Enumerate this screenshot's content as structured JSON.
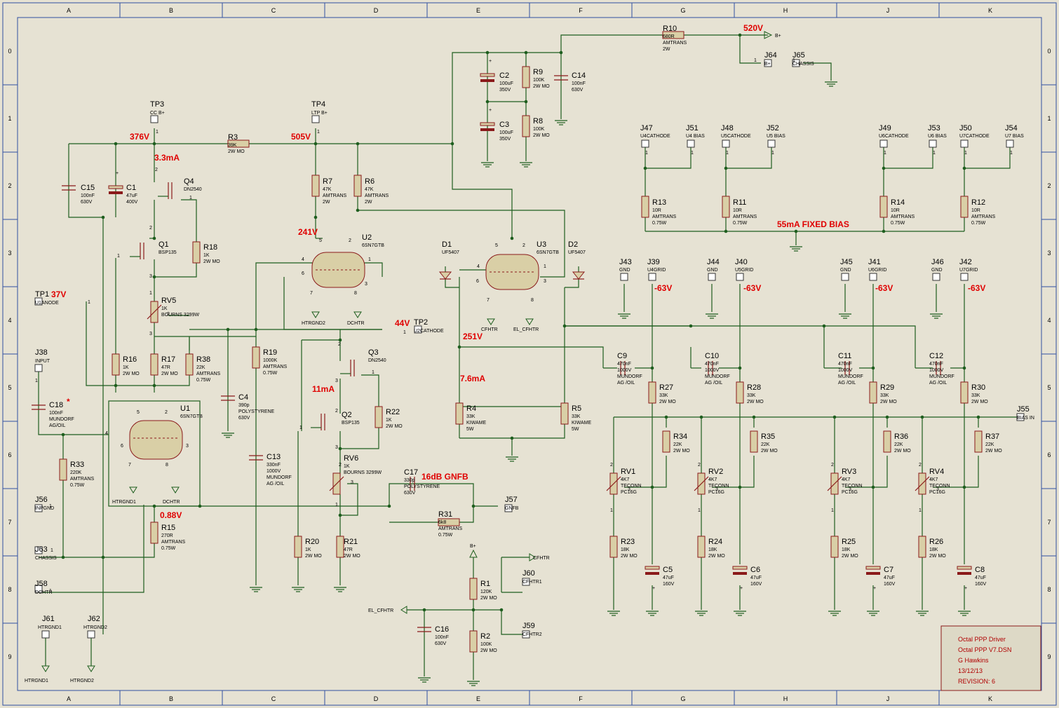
{
  "grid": {
    "cols": [
      "A",
      "B",
      "C",
      "D",
      "E",
      "F",
      "G",
      "H",
      "J",
      "K"
    ],
    "rows": [
      "0",
      "1",
      "2",
      "3",
      "4",
      "5",
      "6",
      "7",
      "8",
      "9"
    ]
  },
  "voltages": [
    {
      "id": "v376",
      "text": "376V"
    },
    {
      "id": "v505",
      "text": "505V"
    },
    {
      "id": "v520",
      "text": "520V"
    },
    {
      "id": "i33",
      "text": "3.3mA"
    },
    {
      "id": "v241",
      "text": "241V"
    },
    {
      "id": "v37",
      "text": "37V"
    },
    {
      "id": "v44",
      "text": "44V"
    },
    {
      "id": "v251",
      "text": "251V"
    },
    {
      "id": "i76",
      "text": "7.6mA"
    },
    {
      "id": "i11",
      "text": "11mA"
    },
    {
      "id": "gnfb",
      "text": "16dB GNFB"
    },
    {
      "id": "v088",
      "text": "0.88V"
    },
    {
      "id": "fixed",
      "text": "55mA FIXED BIAS"
    },
    {
      "id": "g1",
      "text": "-63V"
    },
    {
      "id": "g2",
      "text": "-63V"
    },
    {
      "id": "g3",
      "text": "-63V"
    },
    {
      "id": "g4",
      "text": "-63V"
    },
    {
      "id": "star",
      "text": "*"
    }
  ],
  "labels": [
    {
      "id": "TP3",
      "ref": "TP3",
      "val": [
        "CC B+"
      ]
    },
    {
      "id": "TP4",
      "ref": "TP4",
      "val": [
        "LTP B+"
      ]
    },
    {
      "id": "TP1",
      "ref": "TP1",
      "val": [
        "U1ANODE"
      ]
    },
    {
      "id": "TP2",
      "ref": "TP2",
      "val": [
        "U2CATHODE"
      ]
    },
    {
      "id": "R10",
      "ref": "R10",
      "val": [
        "680R",
        "AMTRANS",
        "2W"
      ]
    },
    {
      "id": "R3",
      "ref": "R3",
      "val": [
        "39K",
        "2W MO"
      ]
    },
    {
      "id": "C15",
      "ref": "C15",
      "val": [
        "100nF",
        "630V"
      ]
    },
    {
      "id": "C1",
      "ref": "C1",
      "val": [
        "47uF",
        "400V"
      ]
    },
    {
      "id": "Q4",
      "ref": "Q4",
      "val": [
        "DN2540"
      ]
    },
    {
      "id": "Q1",
      "ref": "Q1",
      "val": [
        "BSP135"
      ]
    },
    {
      "id": "R18",
      "ref": "R18",
      "val": [
        "1K",
        "2W MO"
      ]
    },
    {
      "id": "RV5",
      "ref": "RV5",
      "val": [
        "1K",
        "BOURNS 3299W"
      ]
    },
    {
      "id": "R16",
      "ref": "R16",
      "val": [
        "1K",
        "2W MO"
      ]
    },
    {
      "id": "R17",
      "ref": "R17",
      "val": [
        "47R",
        "2W MO"
      ]
    },
    {
      "id": "R38",
      "ref": "R38",
      "val": [
        "22K",
        "AMTRANS",
        "0.75W"
      ]
    },
    {
      "id": "C4",
      "ref": "C4",
      "val": [
        "390p",
        "POLYSTYRENE",
        "630V"
      ]
    },
    {
      "id": "J38",
      "ref": "J38",
      "val": [
        "INPUT"
      ]
    },
    {
      "id": "C18",
      "ref": "C18",
      "val": [
        "100nF",
        "MUNDORF",
        "AG/OIL"
      ]
    },
    {
      "id": "U1",
      "ref": "U1",
      "val": [
        "6SN7GTB"
      ]
    },
    {
      "id": "R33",
      "ref": "R33",
      "val": [
        "220K",
        "AMTRANS",
        "0.75W"
      ]
    },
    {
      "id": "J56",
      "ref": "J56",
      "val": [
        "INPGND"
      ]
    },
    {
      "id": "J63",
      "ref": "J63",
      "val": [
        "CHASSIS"
      ]
    },
    {
      "id": "J58",
      "ref": "J58",
      "val": [
        "DCHTR"
      ]
    },
    {
      "id": "R15",
      "ref": "R15",
      "val": [
        "270R",
        "AMTRANS",
        "0.75W"
      ]
    },
    {
      "id": "J61",
      "ref": "J61",
      "val": [
        "HTRGND1"
      ]
    },
    {
      "id": "J62",
      "ref": "J62",
      "val": [
        "HTRGND2"
      ]
    },
    {
      "id": "R7",
      "ref": "R7",
      "val": [
        "47K",
        "AMTRANS",
        "2W"
      ]
    },
    {
      "id": "R6",
      "ref": "R6",
      "val": [
        "47K",
        "AMTRANS",
        "2W"
      ]
    },
    {
      "id": "U2",
      "ref": "U2",
      "val": [
        "6SN7GTB"
      ]
    },
    {
      "id": "R19",
      "ref": "R19",
      "val": [
        "1000K",
        "AMTRANS",
        "0.75W"
      ]
    },
    {
      "id": "C13",
      "ref": "C13",
      "val": [
        "330nF",
        "1000V",
        "MUNDORF",
        "AG /OIL"
      ]
    },
    {
      "id": "Q3",
      "ref": "Q3",
      "val": [
        "DN2540"
      ]
    },
    {
      "id": "Q2",
      "ref": "Q2",
      "val": [
        "BSP135"
      ]
    },
    {
      "id": "R22",
      "ref": "R22",
      "val": [
        "1K",
        "2W MO"
      ]
    },
    {
      "id": "RV6",
      "ref": "RV6",
      "val": [
        "1K",
        "BOURNS 3299W"
      ]
    },
    {
      "id": "R20",
      "ref": "R20",
      "val": [
        "1K",
        "2W MO"
      ]
    },
    {
      "id": "R21",
      "ref": "R21",
      "val": [
        "47R",
        "2W MO"
      ]
    },
    {
      "id": "C17",
      "ref": "C17",
      "val": [
        "330p",
        "POLYSTYRENE",
        "630V"
      ]
    },
    {
      "id": "R31",
      "ref": "R31",
      "val": [
        "6k8",
        "AMTRANS",
        "0.75W"
      ]
    },
    {
      "id": "J57",
      "ref": "J57",
      "val": [
        "GNFB"
      ]
    },
    {
      "id": "C2",
      "ref": "C2",
      "val": [
        "100uF",
        "350V"
      ]
    },
    {
      "id": "C3",
      "ref": "C3",
      "val": [
        "100uF",
        "350V"
      ]
    },
    {
      "id": "R9",
      "ref": "R9",
      "val": [
        "100K",
        "2W MO"
      ]
    },
    {
      "id": "R8",
      "ref": "R8",
      "val": [
        "100K",
        "2W MO"
      ]
    },
    {
      "id": "C14",
      "ref": "C14",
      "val": [
        "100nF",
        "630V"
      ]
    },
    {
      "id": "J64",
      "ref": "J64",
      "val": [
        "B+"
      ]
    },
    {
      "id": "J65",
      "ref": "J65",
      "val": [
        "CHASSIS"
      ]
    },
    {
      "id": "D1",
      "ref": "D1",
      "val": [
        "UF5407"
      ]
    },
    {
      "id": "D2",
      "ref": "D2",
      "val": [
        "UF5407"
      ]
    },
    {
      "id": "U3",
      "ref": "U3",
      "val": [
        "6SN7GTB"
      ]
    },
    {
      "id": "R4",
      "ref": "R4",
      "val": [
        "33K",
        "KIWAME",
        "5W"
      ]
    },
    {
      "id": "R5",
      "ref": "R5",
      "val": [
        "33K",
        "KIWAME",
        "5W"
      ]
    },
    {
      "id": "R1",
      "ref": "R1",
      "val": [
        "120K",
        "2W MO"
      ]
    },
    {
      "id": "R2",
      "ref": "R2",
      "val": [
        "100K",
        "2W MO"
      ]
    },
    {
      "id": "C16",
      "ref": "C16",
      "val": [
        "100nF",
        "630V"
      ]
    },
    {
      "id": "J60",
      "ref": "J60",
      "val": [
        "CFHTR1"
      ]
    },
    {
      "id": "J59",
      "ref": "J59",
      "val": [
        "CFHTR2"
      ]
    },
    {
      "id": "J47",
      "ref": "J47",
      "val": [
        "U4CATHODE"
      ]
    },
    {
      "id": "J51",
      "ref": "J51",
      "val": [
        "U4 BIAS"
      ]
    },
    {
      "id": "J48",
      "ref": "J48",
      "val": [
        "U5CATHODE"
      ]
    },
    {
      "id": "J52",
      "ref": "J52",
      "val": [
        "U5 BIAS"
      ]
    },
    {
      "id": "J49",
      "ref": "J49",
      "val": [
        "U6CATHODE"
      ]
    },
    {
      "id": "J53",
      "ref": "J53",
      "val": [
        "U6 BIAS"
      ]
    },
    {
      "id": "J50",
      "ref": "J50",
      "val": [
        "U7CATHODE"
      ]
    },
    {
      "id": "J54",
      "ref": "J54",
      "val": [
        "U7 BIAS"
      ]
    },
    {
      "id": "R13",
      "ref": "R13",
      "val": [
        "10R",
        "AMTRANS",
        "0.75W"
      ]
    },
    {
      "id": "R11",
      "ref": "R11",
      "val": [
        "10R",
        "AMTRANS",
        "0.75W"
      ]
    },
    {
      "id": "R14",
      "ref": "R14",
      "val": [
        "10R",
        "AMTRANS",
        "0.75W"
      ]
    },
    {
      "id": "R12",
      "ref": "R12",
      "val": [
        "10R",
        "AMTRANS",
        "0.75W"
      ]
    },
    {
      "id": "J43",
      "ref": "J43",
      "val": [
        "GND"
      ]
    },
    {
      "id": "J39",
      "ref": "J39",
      "val": [
        "U4GRID"
      ]
    },
    {
      "id": "J44",
      "ref": "J44",
      "val": [
        "GND"
      ]
    },
    {
      "id": "J40",
      "ref": "J40",
      "val": [
        "U5GRID"
      ]
    },
    {
      "id": "J45",
      "ref": "J45",
      "val": [
        "GND"
      ]
    },
    {
      "id": "J41",
      "ref": "J41",
      "val": [
        "U6GRID"
      ]
    },
    {
      "id": "J46",
      "ref": "J46",
      "val": [
        "GND"
      ]
    },
    {
      "id": "J42",
      "ref": "J42",
      "val": [
        "U7GRID"
      ]
    },
    {
      "id": "C9",
      "ref": "C9",
      "val": [
        "470nF",
        "1000V",
        "MUNDORF",
        "AG /OIL"
      ]
    },
    {
      "id": "C10",
      "ref": "C10",
      "val": [
        "470nF",
        "1000V",
        "MUNDORF",
        "AG /OIL"
      ]
    },
    {
      "id": "C11",
      "ref": "C11",
      "val": [
        "470nF",
        "1000V",
        "MUNDORF",
        "AG /OIL"
      ]
    },
    {
      "id": "C12",
      "ref": "C12",
      "val": [
        "470nF",
        "1000V",
        "MUNDORF",
        "AG /OIL"
      ]
    },
    {
      "id": "R27",
      "ref": "R27",
      "val": [
        "33K",
        "2W MO"
      ]
    },
    {
      "id": "R28",
      "ref": "R28",
      "val": [
        "33K",
        "2W MO"
      ]
    },
    {
      "id": "R29",
      "ref": "R29",
      "val": [
        "33K",
        "2W MO"
      ]
    },
    {
      "id": "R30",
      "ref": "R30",
      "val": [
        "33K",
        "2W MO"
      ]
    },
    {
      "id": "J55",
      "ref": "J55",
      "val": [
        "BIAS IN"
      ]
    },
    {
      "id": "R34",
      "ref": "R34",
      "val": [
        "22K",
        "2W MO"
      ]
    },
    {
      "id": "R35",
      "ref": "R35",
      "val": [
        "22K",
        "2W MO"
      ]
    },
    {
      "id": "R36",
      "ref": "R36",
      "val": [
        "22K",
        "2W MO"
      ]
    },
    {
      "id": "R37",
      "ref": "R37",
      "val": [
        "22K",
        "2W MO"
      ]
    },
    {
      "id": "RV1",
      "ref": "RV1",
      "val": [
        "4K7",
        "TECONN",
        "PC16G"
      ]
    },
    {
      "id": "RV2",
      "ref": "RV2",
      "val": [
        "4K7",
        "TECONN",
        "PC16G"
      ]
    },
    {
      "id": "RV3",
      "ref": "RV3",
      "val": [
        "4K7",
        "TECONN",
        "PC16G"
      ]
    },
    {
      "id": "RV4",
      "ref": "RV4",
      "val": [
        "4K7",
        "TECONN",
        "PC16G"
      ]
    },
    {
      "id": "R23",
      "ref": "R23",
      "val": [
        "18K",
        "2W MO"
      ]
    },
    {
      "id": "R24",
      "ref": "R24",
      "val": [
        "18K",
        "2W MO"
      ]
    },
    {
      "id": "R25",
      "ref": "R25",
      "val": [
        "18K",
        "2W MO"
      ]
    },
    {
      "id": "R26",
      "ref": "R26",
      "val": [
        "18K",
        "2W MO"
      ]
    },
    {
      "id": "C5",
      "ref": "C5",
      "val": [
        "47uF",
        "160V"
      ]
    },
    {
      "id": "C6",
      "ref": "C6",
      "val": [
        "47uF",
        "160V"
      ]
    },
    {
      "id": "C7",
      "ref": "C7",
      "val": [
        "47uF",
        "160V"
      ]
    },
    {
      "id": "C8",
      "ref": "C8",
      "val": [
        "47uF",
        "160V"
      ]
    }
  ],
  "nets": [
    {
      "id": "n_bplus",
      "text": "B+"
    },
    {
      "id": "n_bplus2",
      "text": "B+"
    },
    {
      "id": "n_htr1",
      "text": "HTRGND1"
    },
    {
      "id": "n_dchtr1",
      "text": "DCHTR"
    },
    {
      "id": "n_htr2",
      "text": "HTRGND2"
    },
    {
      "id": "n_dchtr2",
      "text": "DCHTR"
    },
    {
      "id": "n_cfhtr",
      "text": "CFHTR"
    },
    {
      "id": "n_elcfhtr",
      "text": "EL_CFHTR"
    },
    {
      "id": "n_cfhtr2",
      "text": "CFHTR"
    },
    {
      "id": "n_elcfhtr2",
      "text": "EL_CFHTR"
    },
    {
      "id": "n_htrgnd1b",
      "text": "HTRGND1"
    },
    {
      "id": "n_htrgnd2b",
      "text": "HTRGND2"
    }
  ],
  "title_block": {
    "line1": "Octal PPP Driver",
    "line2": "Octal PPP V7.DSN",
    "line3": "G Hawkins",
    "line4": "13/12/13",
    "line5": "REVISION: 6"
  }
}
